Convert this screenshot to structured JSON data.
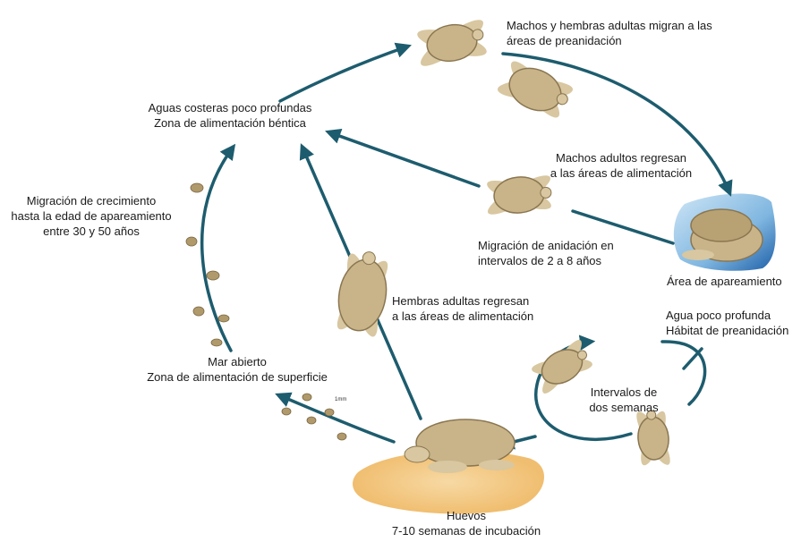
{
  "labels": {
    "migrate_adults": [
      "Machos y hembras adultas migran a las",
      "áreas de preanidación"
    ],
    "coastal": [
      "Aguas costeras poco profundas",
      "Zona de alimentación béntica"
    ],
    "males_return": [
      "Machos adultos regresan",
      "a las áreas de alimentación"
    ],
    "growth": [
      "Migración de crecimiento",
      "hasta la edad de apareamiento",
      "entre 30 y 50 años"
    ],
    "nesting_migration": [
      "Migración de anidación en",
      "intervalos de 2 a 8 años"
    ],
    "mating_area": [
      "Área de apareamiento"
    ],
    "females_return": [
      "Hembras adultas regresan",
      "a las áreas de alimentación"
    ],
    "shallow": [
      "Agua poco profunda",
      "Hábitat de preanidación"
    ],
    "open_sea": [
      "Mar abierto",
      "Zona de alimentación de superficie"
    ],
    "intervals": [
      "Intervalos de",
      "dos semanas"
    ],
    "eggs": [
      "Huevos",
      "7-10 semanas de incubación"
    ],
    "tiny_mark": "1mm"
  },
  "colors": {
    "arrow": "#1d5c6e",
    "turtle_shell": "#c9b48a",
    "turtle_scute": "#8a7650",
    "turtle_skin": "#d8c7a0",
    "sand": "#f3c98a",
    "water": "#7fb6e0"
  },
  "icons": [
    "adult-turtle-icon",
    "hatchling-icon",
    "nesting-turtle-icon",
    "mating-turtles-icon"
  ]
}
